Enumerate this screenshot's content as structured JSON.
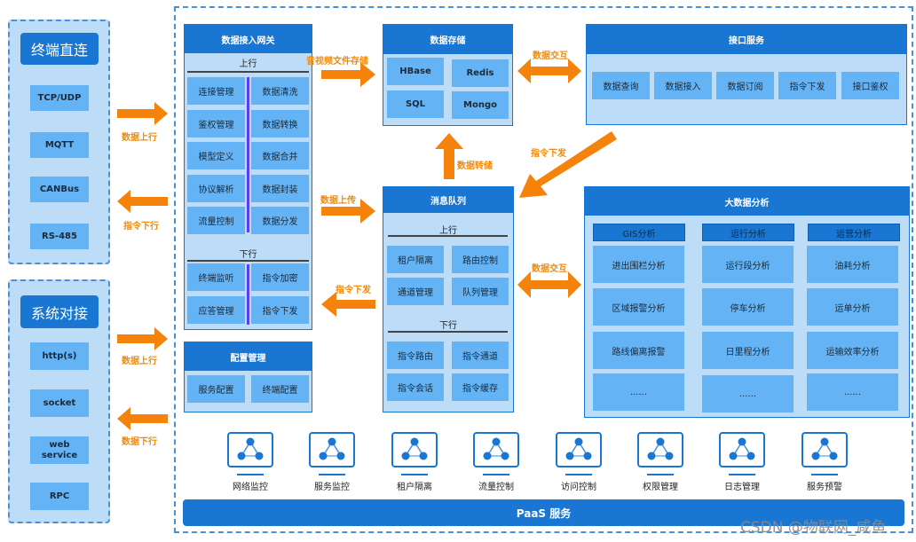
{
  "terminal_direct": {
    "title": "终端直连",
    "items": [
      "TCP/UDP",
      "MQTT",
      "CANBus",
      "RS-485"
    ],
    "arrow_up_label": "数据上行",
    "arrow_down_label": "指令下行"
  },
  "system_integration": {
    "title": "系统对接",
    "items": [
      "http(s)",
      "socket",
      "web\nservice",
      "RPC"
    ],
    "arrow_up_label": "数据上行",
    "arrow_down_label": "数据下行"
  },
  "gateway": {
    "title": "数据接入网关",
    "up_label": "上行",
    "up_left": [
      "连接管理",
      "鉴权管理",
      "模型定义",
      "协议解析",
      "流量控制"
    ],
    "up_right": [
      "数据清洗",
      "数据转换",
      "数据合并",
      "数据封装",
      "数据分发"
    ],
    "down_label": "下行",
    "down_left": [
      "终端监听",
      "应答管理"
    ],
    "down_right": [
      "指令加密",
      "指令下发"
    ]
  },
  "config": {
    "title": "配置管理",
    "items": [
      "服务配置",
      "终端配置"
    ]
  },
  "storage": {
    "title": "数据存储",
    "items": [
      "HBase",
      "Redis",
      "SQL",
      "Mongo"
    ]
  },
  "interface_service": {
    "title": "接口服务",
    "items": [
      "数据查询",
      "数据接入",
      "数据订阅",
      "指令下发",
      "接口鉴权"
    ]
  },
  "message_queue": {
    "title": "消息队列",
    "up_label": "上行",
    "up_items": [
      "租户隔离",
      "路由控制",
      "通道管理",
      "队列管理"
    ],
    "down_label": "下行",
    "down_items": [
      "指令路由",
      "指令通道",
      "指令会话",
      "指令缓存"
    ]
  },
  "big_data": {
    "title": "大数据分析",
    "columns": [
      {
        "title": "GIS分析",
        "items": [
          "进出围栏分析",
          "区域报警分析",
          "路线偏离报警",
          "......"
        ]
      },
      {
        "title": "运行分析",
        "items": [
          "运行段分析",
          "停车分析",
          "日里程分析",
          "......"
        ]
      },
      {
        "title": "运营分析",
        "items": [
          "油耗分析",
          "运单分析",
          "运输效率分析",
          "......"
        ]
      }
    ]
  },
  "arrows": {
    "av_storage": "音视频文件存储",
    "data_upload": "数据上传",
    "cmd_down_gateway": "指令下发",
    "data_transfer_store": "数据转储",
    "data_exchange_top": "数据交互",
    "cmd_down_diag": "指令下发",
    "data_exchange_mid": "数据交互"
  },
  "paas": {
    "services": [
      "网络监控",
      "服务监控",
      "租户隔离",
      "流量控制",
      "访问控制",
      "权限管理",
      "日志管理",
      "服务预警"
    ],
    "bar_label": "PaaS 服务"
  },
  "watermark": "CSDN @物联网_咸鱼",
  "colors": {
    "primary": "#1976d2",
    "cell": "#64b3f4",
    "panel": "#bcdcf8",
    "arrow": "#f5820a",
    "dash": "#4a90d9"
  }
}
